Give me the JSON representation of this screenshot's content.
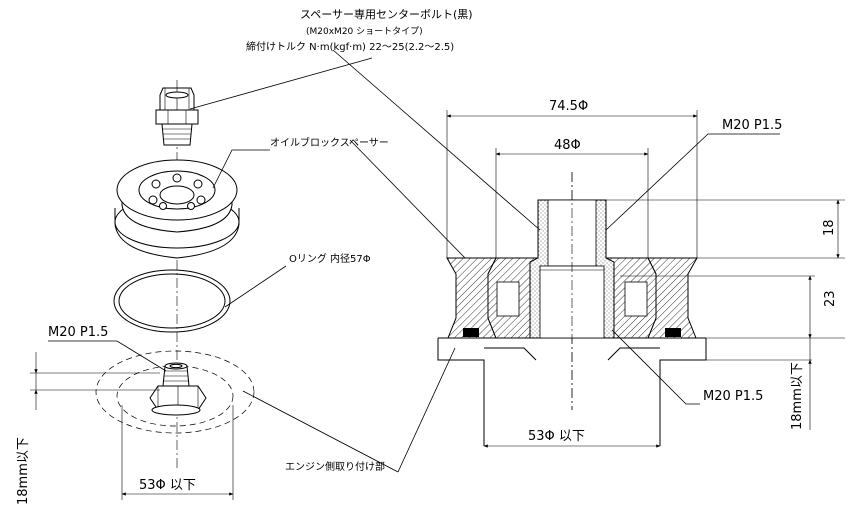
{
  "annotations": {
    "bolt_title": "スペーサー専用センターボルト(黒)",
    "bolt_size": "(M20xM20 ショートタイプ)",
    "torque": "締付けトルク N·m(kgf·m) 22～25(2.2～2.5)",
    "spacer": "オイルブロックスペーサー",
    "oring": "Oリング 内径57Φ",
    "engine_mount": "エンジン側取り付け部"
  },
  "left_view": {
    "thread_label": "M20 P1.5",
    "diameter_label": "53Φ 以下",
    "height_label": "18mm以下"
  },
  "section_view": {
    "outer_diameter": "74.5Φ",
    "inner_diameter": "48Φ",
    "top_thread": "M20 P1.5",
    "bottom_thread": "M20 P1.5",
    "height_top": "18",
    "height_body": "23",
    "base_diameter": "53Φ 以下",
    "base_height": "18mm以下"
  }
}
